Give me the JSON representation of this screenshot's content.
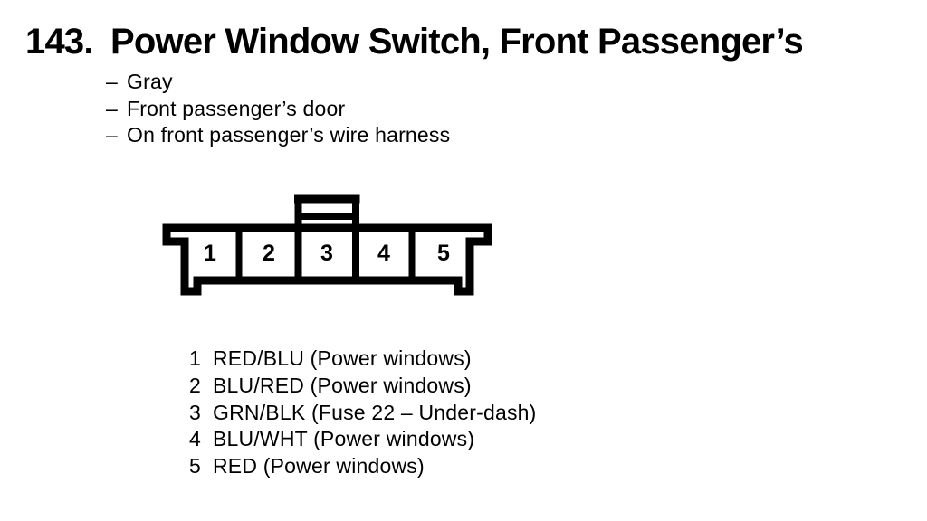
{
  "header": {
    "number": "143.",
    "title": "Power Window Switch, Front Passenger’s"
  },
  "attributes": [
    {
      "dash": "–",
      "text": "Gray"
    },
    {
      "dash": "–",
      "text": "Front passenger’s door"
    },
    {
      "dash": "–",
      "text": "On front passenger’s wire harness"
    }
  ],
  "connector": {
    "type": "5-pin connector, front view, tab on top",
    "pins": [
      "1",
      "2",
      "3",
      "4",
      "5"
    ]
  },
  "pinout": [
    {
      "pin": "1",
      "description": "RED/BLU (Power windows)"
    },
    {
      "pin": "2",
      "description": "BLU/RED (Power windows)"
    },
    {
      "pin": "3",
      "description": "GRN/BLK (Fuse 22 – Under-dash)"
    },
    {
      "pin": "4",
      "description": "BLU/WHT (Power windows)"
    },
    {
      "pin": "5",
      "description": "RED (Power windows)"
    }
  ],
  "colors": {
    "ink": "#000000",
    "background": "#ffffff"
  }
}
